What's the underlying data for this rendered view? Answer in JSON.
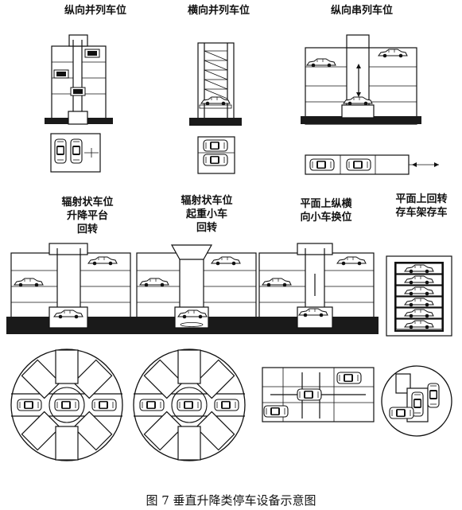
{
  "labels": {
    "col1_title": "纵向并列车位",
    "col2_title": "横向并列车位",
    "col3_title": "纵向串列车位",
    "radial_platform": "辐射状车位\n升降平台\n回转",
    "radial_trolley": "辐射状车位\n起重小车\n回转",
    "plane_trolley": "平面上纵横\n向小车换位",
    "plane_rotate": "平面上回转\n存车架存车"
  },
  "caption": "图 7    垂直升降类停车设备示意图"
}
